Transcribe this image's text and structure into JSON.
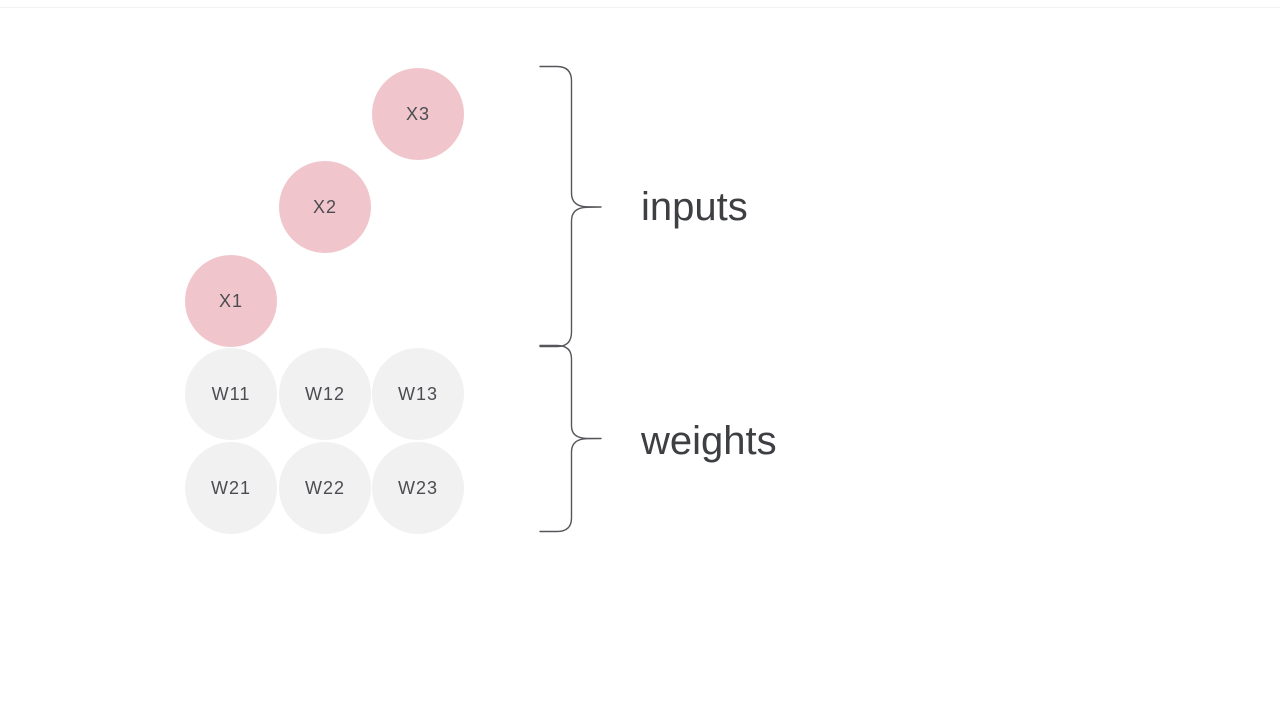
{
  "page": {
    "background": "#ffffff"
  },
  "diagram": {
    "input_nodes": [
      {
        "label": "X1"
      },
      {
        "label": "X2"
      },
      {
        "label": "X3"
      }
    ],
    "weight_nodes": [
      {
        "label": "W11"
      },
      {
        "label": "W12"
      },
      {
        "label": "W13"
      },
      {
        "label": "W21"
      },
      {
        "label": "W22"
      },
      {
        "label": "W23"
      }
    ],
    "groups": [
      {
        "label": "inputs"
      },
      {
        "label": "weights"
      }
    ],
    "colors": {
      "input_node_fill": "#f0c6cc",
      "weight_node_fill": "#f1f1f1",
      "node_text": "#4c4d52",
      "brace_stroke": "#55575b",
      "group_label_text": "#3d3f43",
      "top_divider": "#f3f3f3"
    }
  }
}
